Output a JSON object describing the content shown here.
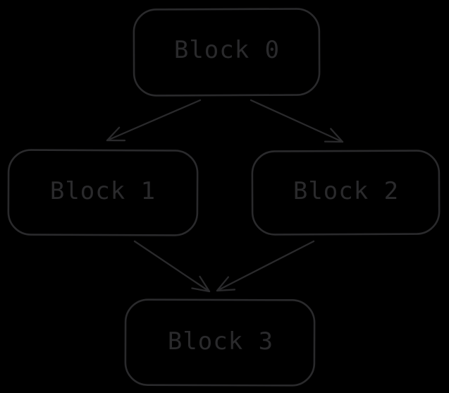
{
  "diagram": {
    "type": "flowchart",
    "background_color": "#000000",
    "stroke_color": "#2a2a2c",
    "text_color": "#2a2a2c",
    "nodes": [
      {
        "id": "block0",
        "label": "Block 0"
      },
      {
        "id": "block1",
        "label": "Block 1"
      },
      {
        "id": "block2",
        "label": "Block 2"
      },
      {
        "id": "block3",
        "label": "Block 3"
      }
    ],
    "edges": [
      {
        "from": "Block 0",
        "to": "Block 1"
      },
      {
        "from": "Block 0",
        "to": "Block 2"
      },
      {
        "from": "Block 1",
        "to": "Block 3"
      },
      {
        "from": "Block 2",
        "to": "Block 3"
      }
    ]
  }
}
